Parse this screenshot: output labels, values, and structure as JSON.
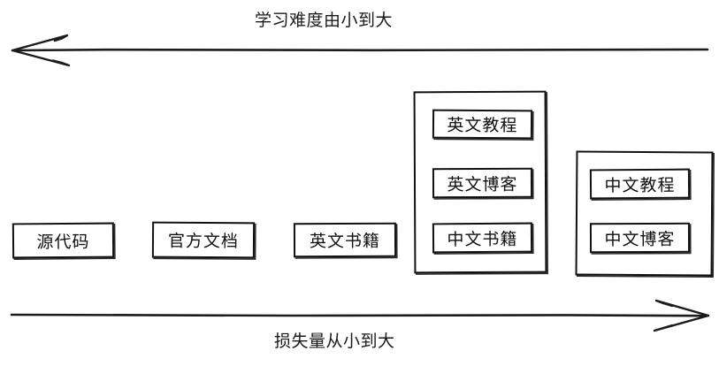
{
  "diagram": {
    "title_top": "学习难度由小到大",
    "title_bottom": "损失量从小到大",
    "axes": {
      "top": {
        "label": "学习难度由小到大",
        "direction": "left",
        "arrow_name": "left-arrow-icon"
      },
      "bottom": {
        "label": "损失量从小到大",
        "direction": "right",
        "arrow_name": "right-arrow-icon"
      }
    },
    "nodes": [
      {
        "id": "source-code",
        "label": "源代码"
      },
      {
        "id": "official-docs",
        "label": "官方文档"
      },
      {
        "id": "english-books",
        "label": "英文书籍"
      }
    ],
    "groups": [
      {
        "id": "english-group",
        "items": [
          {
            "id": "english-tutorial",
            "label": "英文教程"
          },
          {
            "id": "english-blog",
            "label": "英文博客"
          },
          {
            "id": "chinese-books",
            "label": "中文书籍"
          }
        ]
      },
      {
        "id": "chinese-group",
        "items": [
          {
            "id": "chinese-tutorial",
            "label": "中文教程"
          },
          {
            "id": "chinese-blog",
            "label": "中文博客"
          }
        ]
      }
    ],
    "colors": {
      "stroke": "#111111",
      "text": "#101010",
      "background": "#ffffff"
    }
  }
}
